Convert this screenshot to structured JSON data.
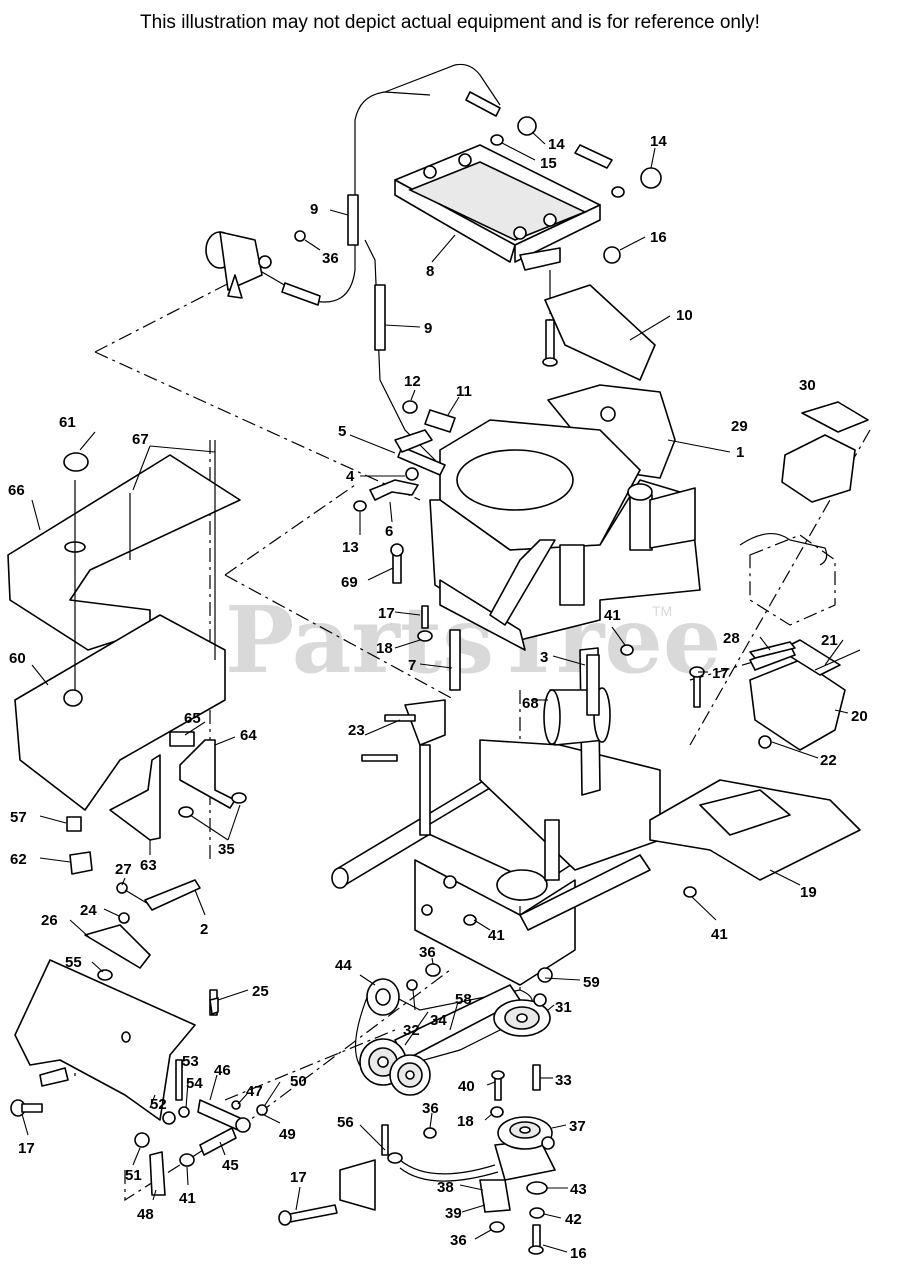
{
  "header": {
    "disclaimer": "This illustration may not depict actual equipment and is for reference only!"
  },
  "watermark": {
    "brand": "PartsTree",
    "trademark": "TM"
  },
  "callouts": {
    "c1": "1",
    "c2": "2",
    "c3": "3",
    "c4": "4",
    "c5": "5",
    "c6": "6",
    "c7": "7",
    "c8": "8",
    "c9a": "9",
    "c9b": "9",
    "c10": "10",
    "c11": "11",
    "c12": "12",
    "c13": "13",
    "c14a": "14",
    "c14b": "14",
    "c15": "15",
    "c16a": "16",
    "c16b": "16",
    "c17a": "17",
    "c17b": "17",
    "c17c": "17",
    "c17d": "17",
    "c18a": "18",
    "c18b": "18",
    "c19": "19",
    "c20": "20",
    "c21": "21",
    "c22": "22",
    "c23": "23",
    "c24": "24",
    "c25": "25",
    "c26": "26",
    "c27": "27",
    "c28": "28",
    "c29": "29",
    "c30": "30",
    "c31": "31",
    "c32": "32",
    "c33": "33",
    "c34": "34",
    "c35": "35",
    "c36a": "36",
    "c36b": "36",
    "c36c": "36",
    "c36d": "36",
    "c37": "37",
    "c38": "38",
    "c39": "39",
    "c40": "40",
    "c41a": "41",
    "c41b": "41",
    "c41c": "41",
    "c41d": "41",
    "c42": "42",
    "c43": "43",
    "c44": "44",
    "c45": "45",
    "c46": "46",
    "c47": "47",
    "c48": "48",
    "c49": "49",
    "c50": "50",
    "c51": "51",
    "c52": "52",
    "c53": "53",
    "c54": "54",
    "c55": "55",
    "c56": "56",
    "c57": "57",
    "c58": "58",
    "c59": "59",
    "c60": "60",
    "c61": "61",
    "c62": "62",
    "c63": "63",
    "c64": "64",
    "c65": "65",
    "c66": "66",
    "c67": "67",
    "c68": "68",
    "c69": "69"
  }
}
